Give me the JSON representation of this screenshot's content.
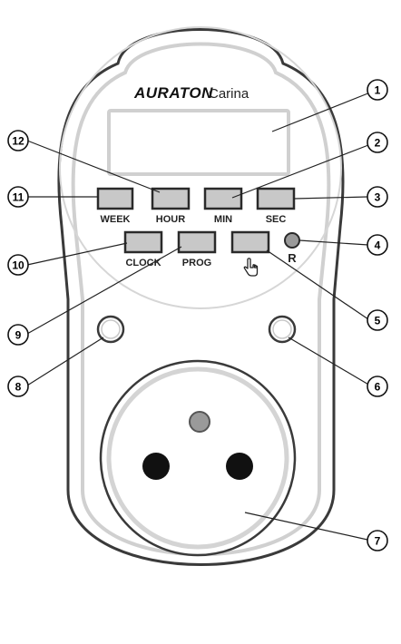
{
  "brand": {
    "name": "AURATON",
    "model": "Carina"
  },
  "buttons": [
    {
      "id": "week",
      "label": "WEEK"
    },
    {
      "id": "hour",
      "label": "HOUR"
    },
    {
      "id": "min",
      "label": "MIN"
    },
    {
      "id": "sec",
      "label": "SEC"
    },
    {
      "id": "clock",
      "label": "CLOCK"
    },
    {
      "id": "prog",
      "label": "PROG"
    },
    {
      "id": "manual",
      "label": "",
      "icon": "hand-pointer-icon"
    }
  ],
  "reset": {
    "label": "R"
  },
  "callouts": [
    "1",
    "2",
    "3",
    "4",
    "5",
    "6",
    "7",
    "8",
    "9",
    "10",
    "11",
    "12"
  ],
  "colors": {
    "body_fill": "#ffffff",
    "body_stroke": "#3a3a3a",
    "inner_ring": "#d0d0d0",
    "button_fill": "#c8c8c8",
    "button_stroke": "#2a2a2a",
    "display_stroke": "#cfcfcf",
    "socket_pin": "#111111",
    "earth_pin": "#9a9a9a"
  }
}
